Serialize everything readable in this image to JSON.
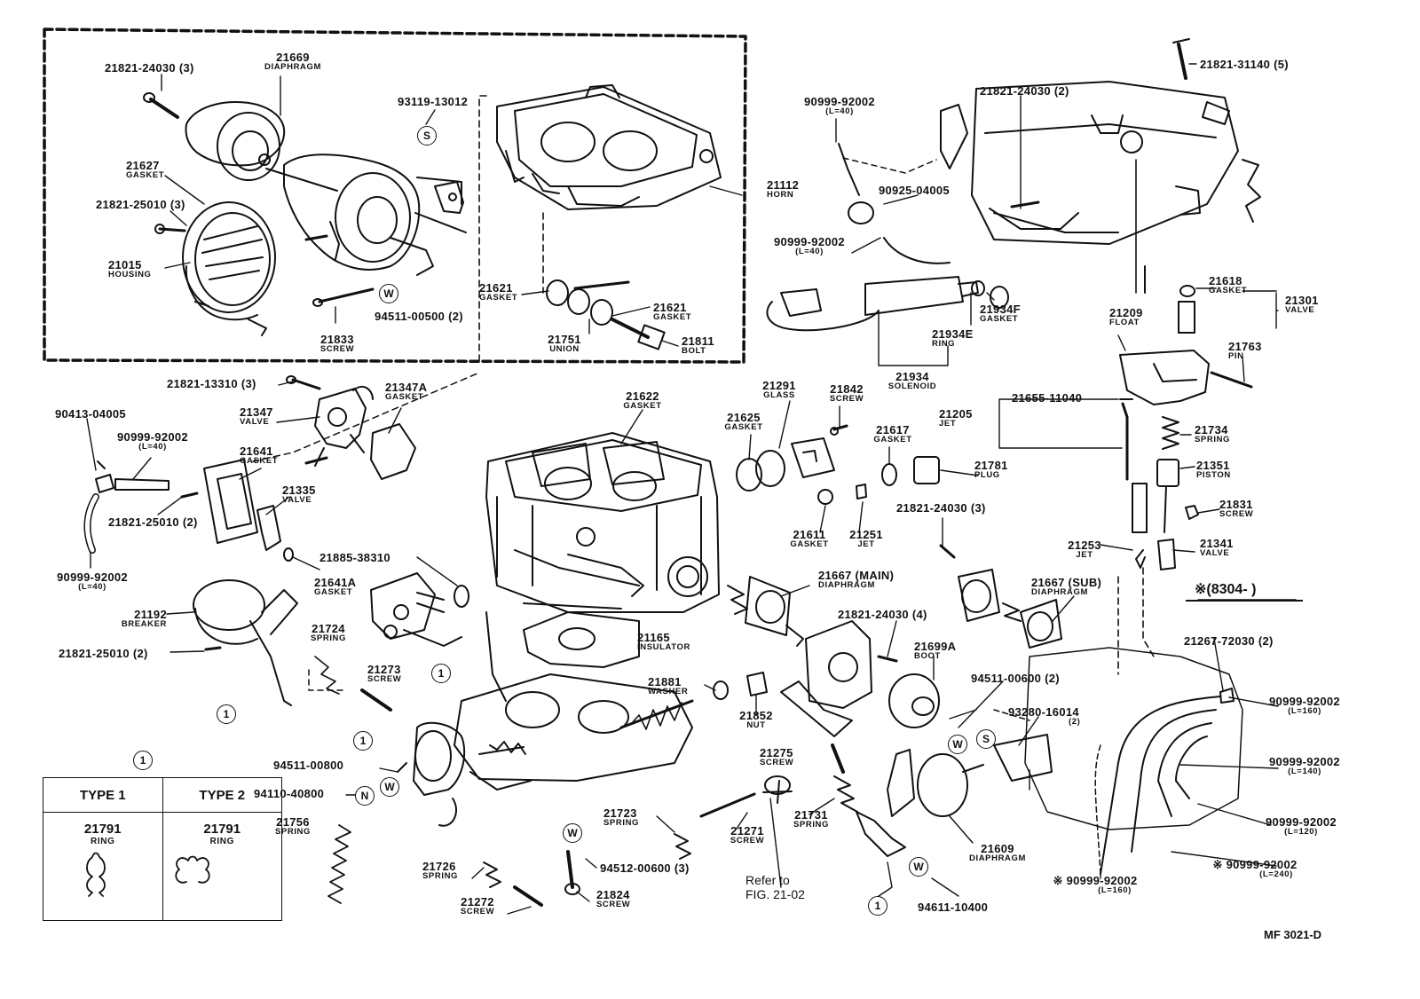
{
  "diagram": {
    "code": "MF  3021-D",
    "serial_note": "※(8304-          )",
    "refer_to": [
      "Refer to",
      "FIG. 21-02"
    ],
    "circle_marks": {
      "one": "1",
      "s": "S",
      "w": "W",
      "n": "N"
    },
    "type_table": {
      "marker": "1",
      "type1": {
        "header": "TYPE 1",
        "number": "21791",
        "name": "RING"
      },
      "type2": {
        "header": "TYPE 2",
        "number": "21791",
        "name": "RING"
      }
    },
    "parts": [
      {
        "id": "p01",
        "num": "21821-24030 (3)",
        "name": ""
      },
      {
        "id": "p02",
        "num": "21669",
        "name": "DIAPHRAGM"
      },
      {
        "id": "p03",
        "num": "93119-13012",
        "name": ""
      },
      {
        "id": "p04",
        "num": "21627",
        "name": "GASKET"
      },
      {
        "id": "p05",
        "num": "21821-25010 (3)",
        "name": ""
      },
      {
        "id": "p06",
        "num": "21015",
        "name": "HOUSING"
      },
      {
        "id": "p07",
        "num": "94511-00500 (2)",
        "name": ""
      },
      {
        "id": "p08",
        "num": "21833",
        "name": "SCREW"
      },
      {
        "id": "p09",
        "num": "21112",
        "name": "HORN"
      },
      {
        "id": "p10",
        "num": "21621",
        "name": "GASKET"
      },
      {
        "id": "p11",
        "num": "21621",
        "name": "GASKET"
      },
      {
        "id": "p12",
        "num": "21751",
        "name": "UNION"
      },
      {
        "id": "p13",
        "num": "21811",
        "name": "BOLT"
      },
      {
        "id": "p14",
        "num": "90999-92002",
        "name": "(L=40)"
      },
      {
        "id": "p15",
        "num": "90925-04005",
        "name": ""
      },
      {
        "id": "p16",
        "num": "90999-92002",
        "name": "(L=40)"
      },
      {
        "id": "p17",
        "num": "21821-24030 (2)",
        "name": ""
      },
      {
        "id": "p18",
        "num": "21821-31140 (5)",
        "name": ""
      },
      {
        "id": "p19",
        "num": "21934F",
        "name": "GASKET"
      },
      {
        "id": "p20",
        "num": "21934E",
        "name": "RING"
      },
      {
        "id": "p21",
        "num": "21934",
        "name": "SOLENOID"
      },
      {
        "id": "p22",
        "num": "21618",
        "name": "GASKET"
      },
      {
        "id": "p23",
        "num": "21301",
        "name": "VALVE"
      },
      {
        "id": "p24",
        "num": "21209",
        "name": "FLOAT"
      },
      {
        "id": "p25",
        "num": "21763",
        "name": "PIN"
      },
      {
        "id": "p26",
        "num": "21821-13310 (3)",
        "name": ""
      },
      {
        "id": "p27",
        "num": "21347A",
        "name": "GASKET"
      },
      {
        "id": "p28",
        "num": "21347",
        "name": "VALVE"
      },
      {
        "id": "p29",
        "num": "90413-04005",
        "name": ""
      },
      {
        "id": "p30",
        "num": "90999-92002",
        "name": "(L=40)"
      },
      {
        "id": "p31",
        "num": "21641",
        "name": "GASKET"
      },
      {
        "id": "p32",
        "num": "21335",
        "name": "VALVE"
      },
      {
        "id": "p33",
        "num": "21821-25010 (2)",
        "name": ""
      },
      {
        "id": "p34",
        "num": "90999-92002",
        "name": "(L=40)"
      },
      {
        "id": "p35",
        "num": "21622",
        "name": "GASKET"
      },
      {
        "id": "p36",
        "num": "21291",
        "name": "GLASS"
      },
      {
        "id": "p37",
        "num": "21842",
        "name": "SCREW"
      },
      {
        "id": "p38",
        "num": "21625",
        "name": "GASKET"
      },
      {
        "id": "p39",
        "num": "21617",
        "name": "GASKET"
      },
      {
        "id": "p40",
        "num": "21781",
        "name": "PLUG"
      },
      {
        "id": "p41",
        "num": "21655-11040",
        "name": ""
      },
      {
        "id": "p42",
        "num": "21205",
        "name": "JET"
      },
      {
        "id": "p43",
        "num": "21734",
        "name": "SPRING"
      },
      {
        "id": "p44",
        "num": "21351",
        "name": "PISTON"
      },
      {
        "id": "p45",
        "num": "21831",
        "name": "SCREW"
      },
      {
        "id": "p46",
        "num": "21611",
        "name": "GASKET"
      },
      {
        "id": "p47",
        "num": "21251",
        "name": "JET"
      },
      {
        "id": "p48",
        "num": "21821-24030 (3)",
        "name": ""
      },
      {
        "id": "p49",
        "num": "21253",
        "name": "JET"
      },
      {
        "id": "p50",
        "num": "21341",
        "name": "VALVE"
      },
      {
        "id": "p51",
        "num": "21885-38310",
        "name": ""
      },
      {
        "id": "p52",
        "num": "21641A",
        "name": "GASKET"
      },
      {
        "id": "p53",
        "num": "21192",
        "name": "BREAKER"
      },
      {
        "id": "p54",
        "num": "21821-25010 (2)",
        "name": ""
      },
      {
        "id": "p55",
        "num": "21724",
        "name": "SPRING"
      },
      {
        "id": "p56",
        "num": "21273",
        "name": "SCREW"
      },
      {
        "id": "p57",
        "num": "21165",
        "name": "INSULATOR"
      },
      {
        "id": "p58",
        "num": "21667 (MAIN)",
        "name": "DIAPHRAGM"
      },
      {
        "id": "p59",
        "num": "21667 (SUB)",
        "name": "DIAPHRAGM"
      },
      {
        "id": "p60",
        "num": "21821-24030 (4)",
        "name": ""
      },
      {
        "id": "p61",
        "num": "21699A",
        "name": "BOOT"
      },
      {
        "id": "p62",
        "num": "21267-72030 (2)",
        "name": ""
      },
      {
        "id": "p63",
        "num": "21881",
        "name": "WASHER"
      },
      {
        "id": "p64",
        "num": "21852",
        "name": "NUT"
      },
      {
        "id": "p65",
        "num": "94511-00600 (2)",
        "name": ""
      },
      {
        "id": "p66",
        "num": "93280-16014",
        "name": "(2)"
      },
      {
        "id": "p67",
        "num": "90999-92002",
        "name": "(L=160)"
      },
      {
        "id": "p68",
        "num": "90999-92002",
        "name": "(L=140)"
      },
      {
        "id": "p69",
        "num": "94511-00800",
        "name": ""
      },
      {
        "id": "p70",
        "num": "94110-40800",
        "name": ""
      },
      {
        "id": "p71",
        "num": "21756",
        "name": "SPRING"
      },
      {
        "id": "p72",
        "num": "21275",
        "name": "SCREW"
      },
      {
        "id": "p73",
        "num": "21723",
        "name": "SPRING"
      },
      {
        "id": "p74",
        "num": "21271",
        "name": "SCREW"
      },
      {
        "id": "p75",
        "num": "21731",
        "name": "SPRING"
      },
      {
        "id": "p76",
        "num": "21609",
        "name": "DIAPHRAGM"
      },
      {
        "id": "p77",
        "num": "90999-92002",
        "name": "(L=120)"
      },
      {
        "id": "p78",
        "num": "94512-00600 (3)",
        "name": ""
      },
      {
        "id": "p79",
        "num": "21726",
        "name": "SPRING"
      },
      {
        "id": "p80",
        "num": "21824",
        "name": "SCREW"
      },
      {
        "id": "p81",
        "num": "21272",
        "name": "SCREW"
      },
      {
        "id": "p82",
        "num": "※ 90999-92002",
        "name": "(L=240)"
      },
      {
        "id": "p83",
        "num": "※ 90999-92002",
        "name": "(L=160)"
      },
      {
        "id": "p84",
        "num": "94611-10400",
        "name": ""
      }
    ]
  }
}
